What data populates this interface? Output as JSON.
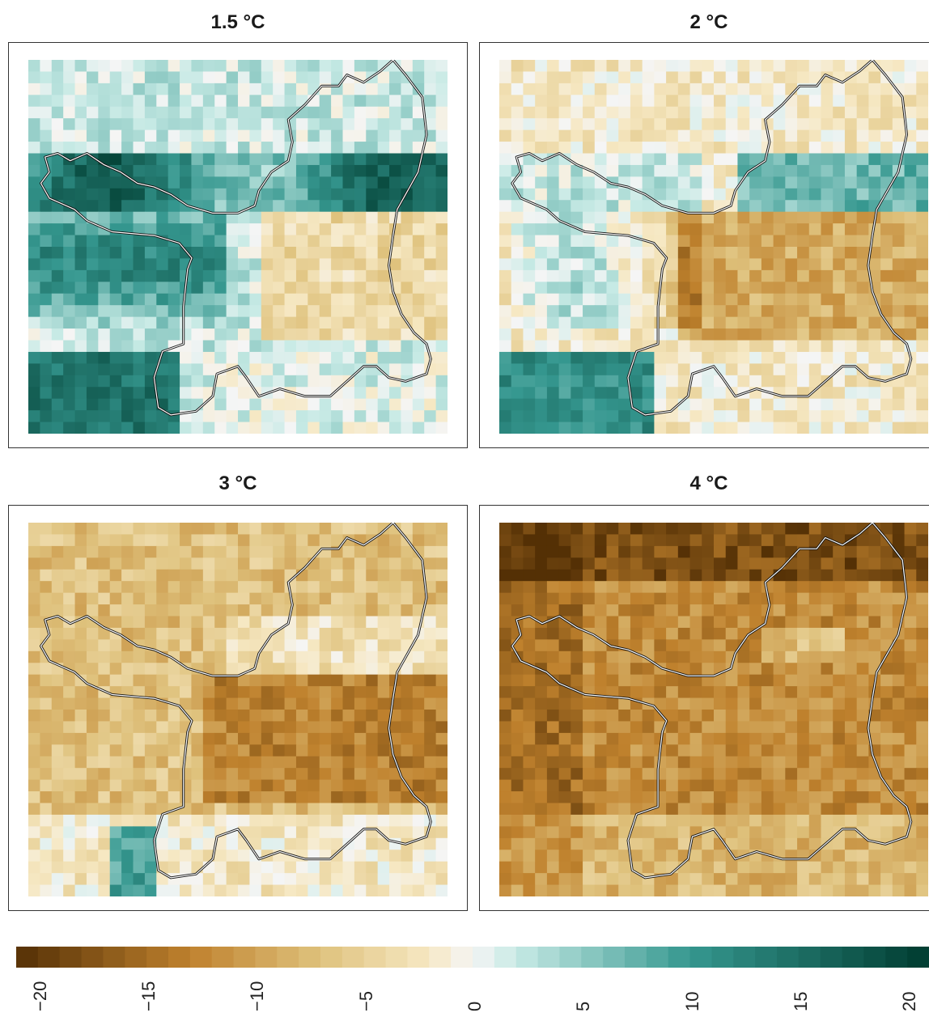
{
  "panels": [
    {
      "title": "1.5 °C"
    },
    {
      "title": "2 °C"
    },
    {
      "title": "3 °C"
    },
    {
      "title": "4 °C"
    }
  ],
  "colorbar": {
    "ticks": [
      "−20",
      "−15",
      "−10",
      "−5",
      "0",
      "5",
      "10",
      "15",
      "20"
    ],
    "tick_values": [
      -20,
      -15,
      -10,
      -5,
      0,
      5,
      10,
      15,
      20
    ]
  },
  "chart_data": {
    "type": "heatmap",
    "panel_titles": [
      "1.5 °C",
      "2 °C",
      "3 °C",
      "4 °C"
    ],
    "colorbar_range": [
      -21,
      21
    ],
    "colorbar_ticks": [
      -20,
      -15,
      -10,
      -5,
      0,
      5,
      10,
      15,
      20
    ],
    "colors": {
      "brown_dark": "#543005",
      "brown": "#bf812d",
      "tan": "#dfc27d",
      "cream": "#f6e8c3",
      "neutral": "#f5f5f5",
      "teal_light": "#c7eae5",
      "teal": "#35978f",
      "teal_dark": "#003c30"
    },
    "grid_summary": [
      {
        "panel": "1.5 °C",
        "mean_change": 2
      },
      {
        "panel": "2 °C",
        "mean_change": -2
      },
      {
        "panel": "3 °C",
        "mean_change": -7
      },
      {
        "panel": "4 °C",
        "mean_change": -12
      }
    ]
  }
}
